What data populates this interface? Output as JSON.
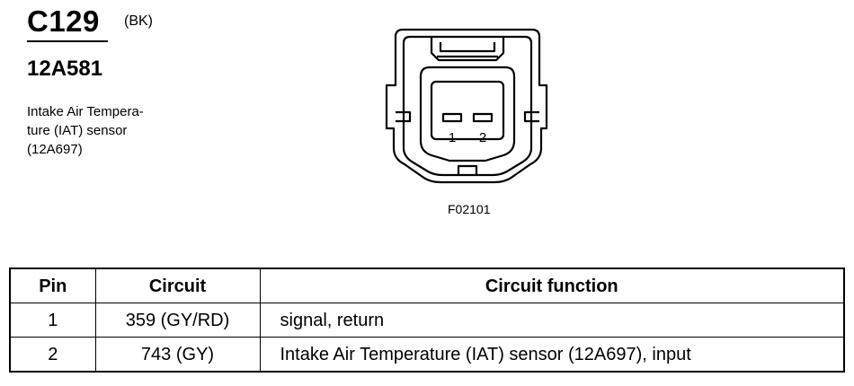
{
  "header": {
    "connector_id": "C129",
    "color_code": "(BK)",
    "part_number": "12A581",
    "description_lines": [
      "Intake Air Tempera-",
      "ture (IAT) sensor",
      "(12A697)"
    ]
  },
  "diagram": {
    "pin_labels": [
      "1",
      "2"
    ],
    "figure_code": "F02101"
  },
  "table": {
    "headers": {
      "pin": "Pin",
      "circuit": "Circuit",
      "function": "Circuit function"
    },
    "rows": [
      {
        "pin": "1",
        "circuit": "359 (GY/RD)",
        "function": "signal, return"
      },
      {
        "pin": "2",
        "circuit": "743 (GY)",
        "function": "Intake Air Temperature (IAT) sensor (12A697), input"
      }
    ]
  }
}
